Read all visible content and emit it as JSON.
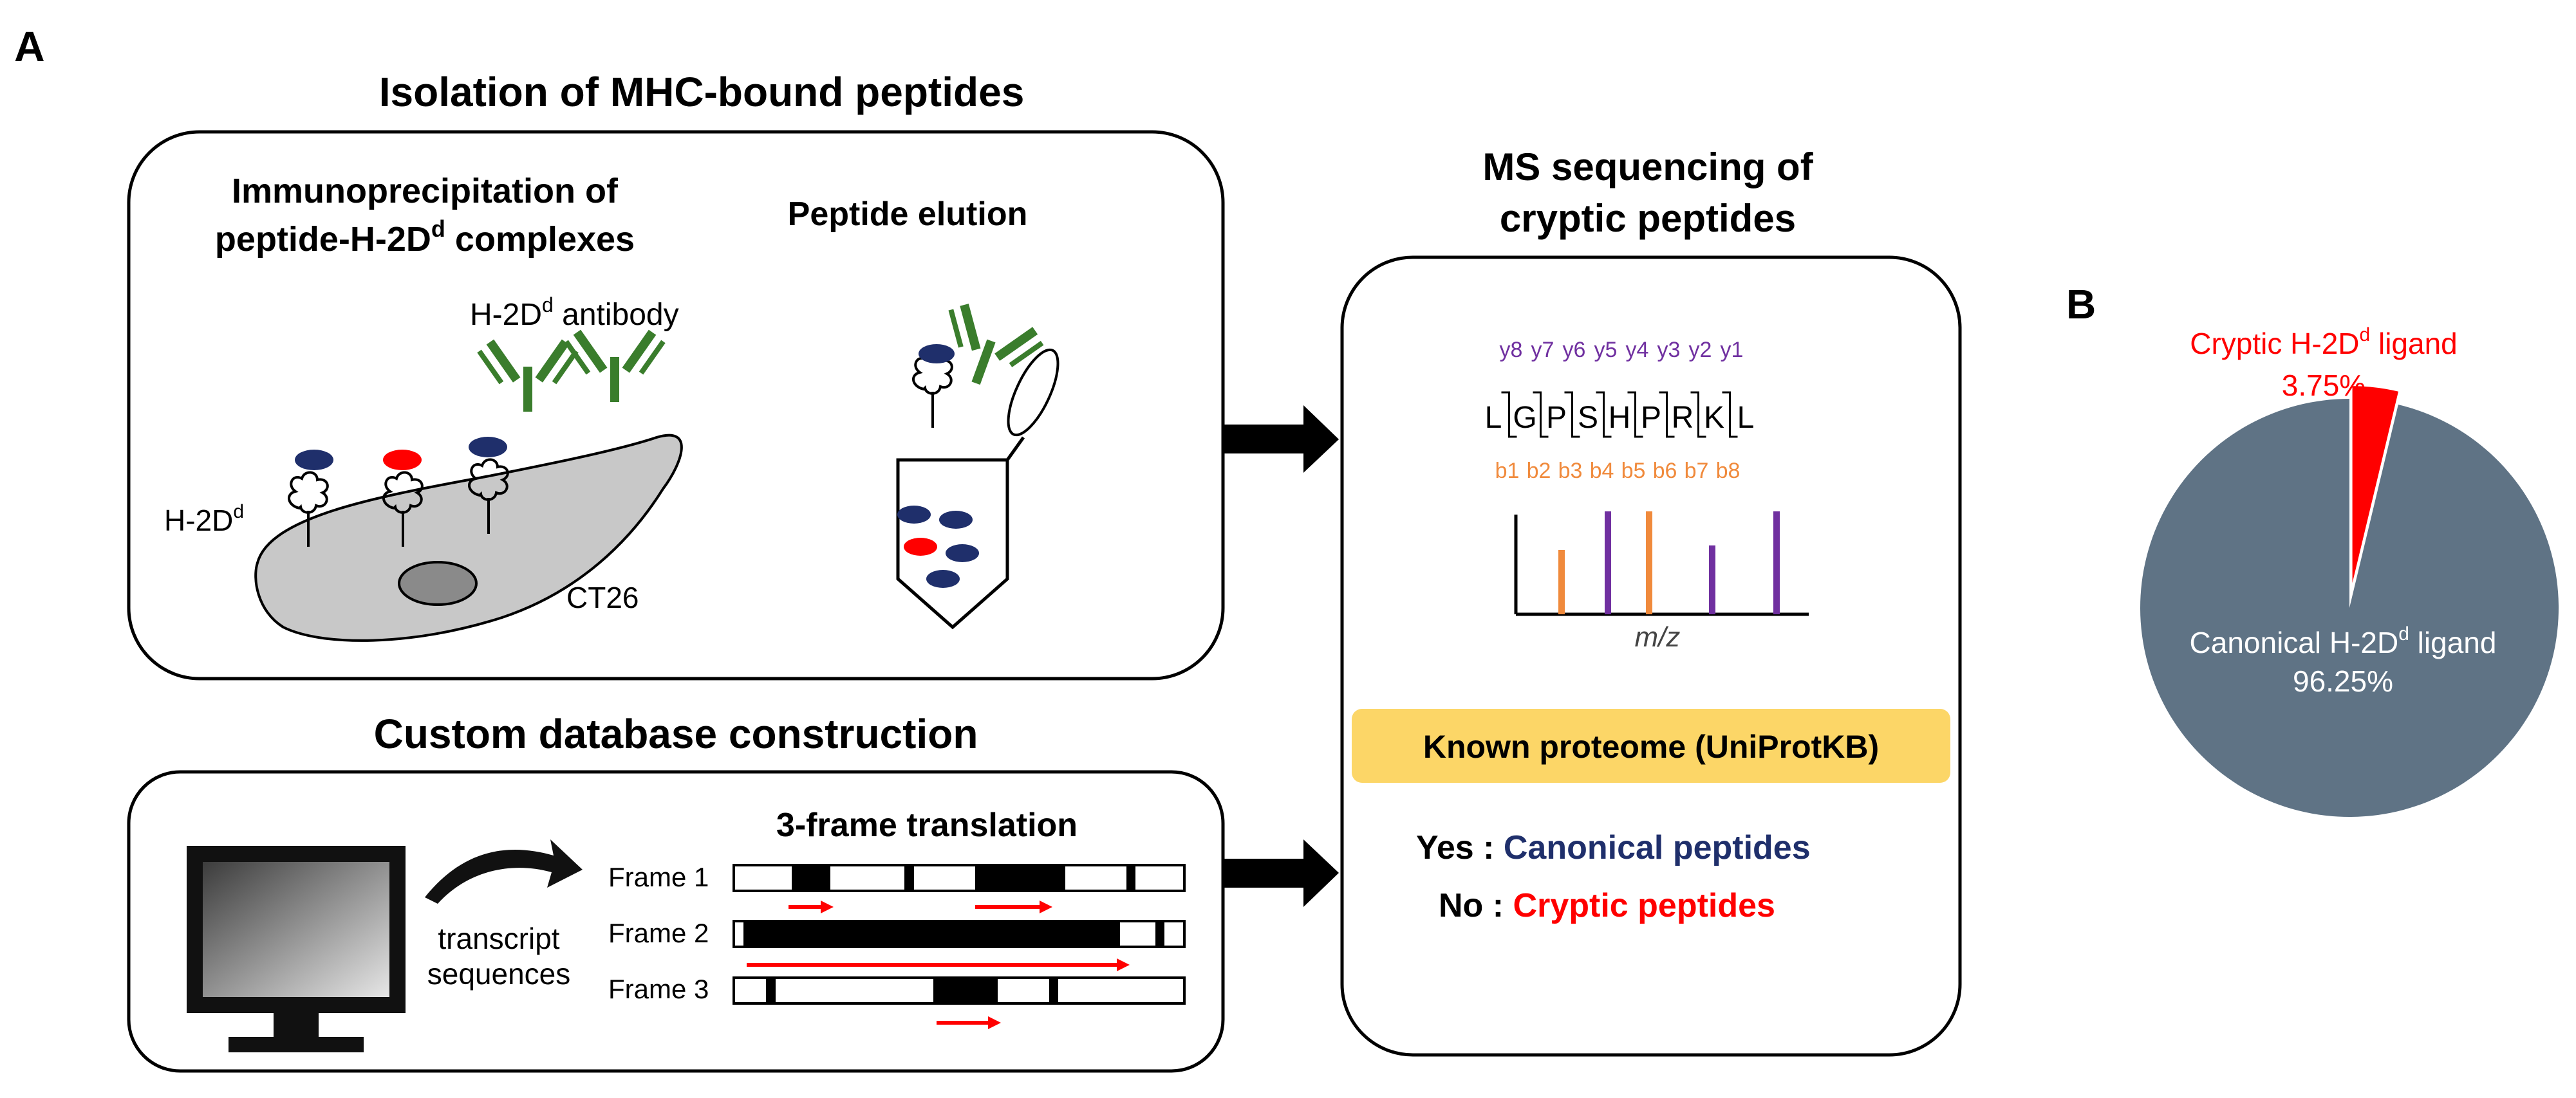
{
  "panel_a": {
    "label": "A",
    "isolation": {
      "title": "Isolation of MHC-bound peptides",
      "ip_line1": "Immunoprecipitation of",
      "ip_line2_pre": "peptide-H-2D",
      "ip_line2_sup": "d",
      "ip_line2_post": " complexes",
      "elution_label": "Peptide elution",
      "antibody_pre": "H-2D",
      "antibody_sup": "d",
      "antibody_post": " antibody",
      "h2dd_pre": "H-2D",
      "h2dd_sup": "d",
      "cell_label": "CT26"
    },
    "database": {
      "title": "Custom database construction",
      "translation_title": "3-frame translation",
      "transcript_line1": "transcript",
      "transcript_line2": "sequences",
      "frames": [
        "Frame 1",
        "Frame 2",
        "Frame 3"
      ]
    },
    "ms": {
      "title_line1": "MS sequencing of",
      "title_line2": "cryptic peptides",
      "sequence": [
        "L",
        "G",
        "P",
        "S",
        "H",
        "P",
        "R",
        "K",
        "L"
      ],
      "y_ions": [
        "y8",
        "y7",
        "y6",
        "y5",
        "y4",
        "y3",
        "y2",
        "y1"
      ],
      "b_ions": [
        "b1",
        "b2",
        "b3",
        "b4",
        "b5",
        "b6",
        "b7",
        "b8"
      ],
      "axis_label": "m/z",
      "known_proteome": "Known proteome (UniProtKB)",
      "yes_label": "Yes : ",
      "yes_value": "Canonical peptides",
      "no_label": "No : ",
      "no_value": "Cryptic peptides"
    }
  },
  "panel_b": {
    "label": "B",
    "chart_data": {
      "type": "pie",
      "slices": [
        {
          "label_pre": "Cryptic H-2D",
          "label_sup": "d",
          "label_post": " ligand",
          "value": 3.75,
          "value_text": "3.75%",
          "color": "#ff0000"
        },
        {
          "label_pre": "Canonical H-2D",
          "label_sup": "d",
          "label_post": " ligand",
          "value": 96.25,
          "value_text": "96.25%",
          "color": "#5f7385"
        }
      ]
    }
  },
  "colors": {
    "navy": "#1f2f6b",
    "red": "#ff0000",
    "antibody_green": "#3a7d2c",
    "y_ion": "#7030a0",
    "b_ion": "#f08a3c",
    "proteome_box": "#fcd667",
    "cell_gray": "#c8c8c8"
  }
}
